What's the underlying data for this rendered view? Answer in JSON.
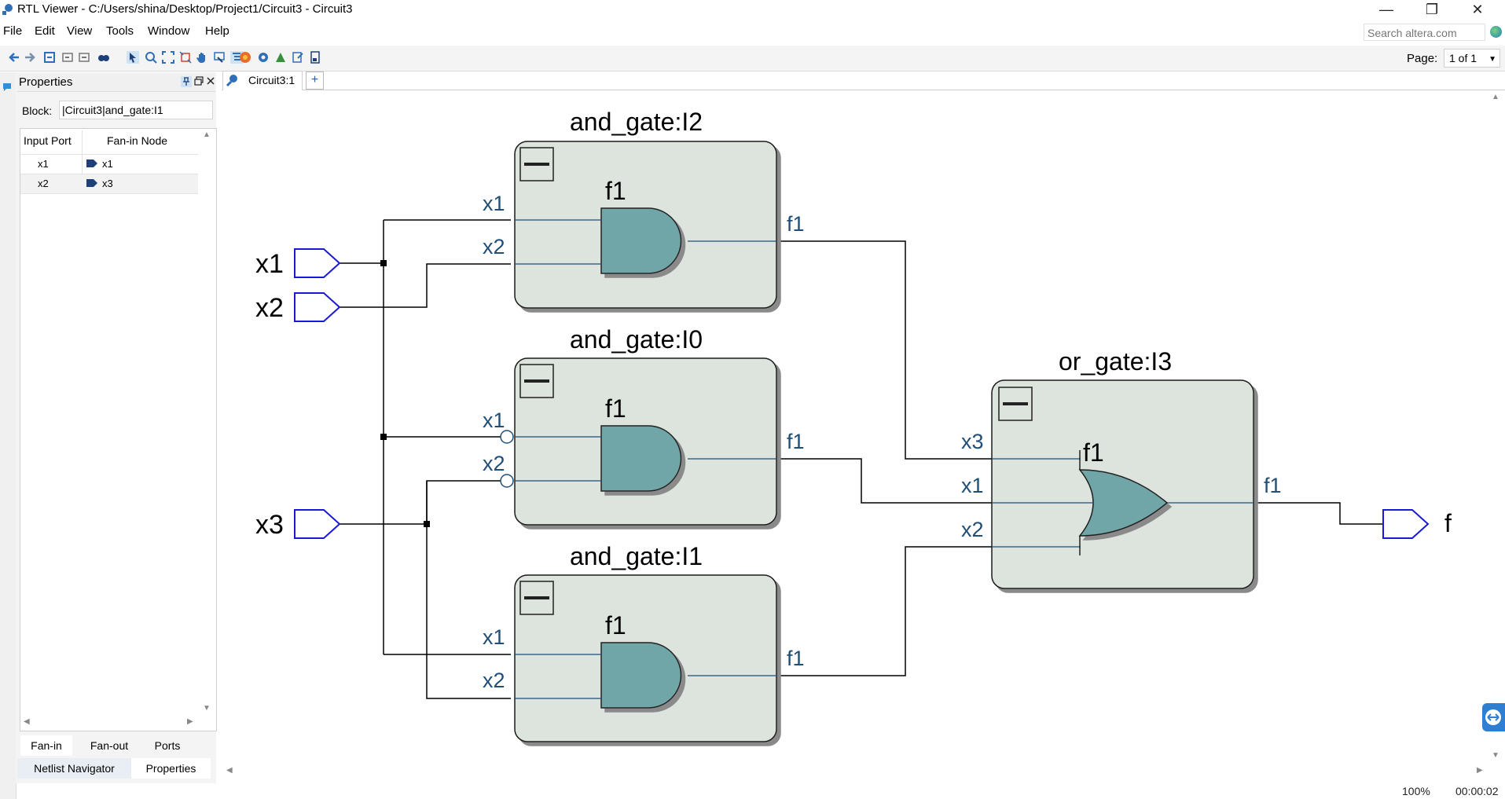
{
  "window": {
    "title": "RTL Viewer - C:/Users/shina/Desktop/Project1/Circuit3 - Circuit3",
    "minimize": "—",
    "restore": "❐",
    "close": "✕"
  },
  "menu": {
    "items": [
      "File",
      "Edit",
      "View",
      "Tools",
      "Window",
      "Help"
    ],
    "search_placeholder": "Search altera.com"
  },
  "toolbar": {
    "page_label": "Page:",
    "page_value": "1 of 1"
  },
  "properties": {
    "title": "Properties",
    "block_label": "Block:",
    "block_value": "|Circuit3|and_gate:I1",
    "columns": [
      "Input Port",
      "Fan-in Node"
    ],
    "rows": [
      {
        "port": "x1",
        "node": "x1"
      },
      {
        "port": "x2",
        "node": "x3"
      }
    ],
    "subtabs": [
      "Fan-in",
      "Fan-out",
      "Ports"
    ],
    "bottom_tabs": [
      "Netlist Navigator",
      "Properties"
    ]
  },
  "document": {
    "tab_label": "Circuit3:1",
    "add_tab": "+"
  },
  "schematic": {
    "inputs": [
      "x1",
      "x2",
      "x3"
    ],
    "output": "f",
    "blocks": [
      {
        "name": "and_gate:I2",
        "ports": [
          "x1",
          "x2"
        ],
        "gate": "f1",
        "out": "f1"
      },
      {
        "name": "and_gate:I0",
        "ports": [
          "x1",
          "x2"
        ],
        "gate": "f1",
        "out": "f1"
      },
      {
        "name": "and_gate:I1",
        "ports": [
          "x1",
          "x2"
        ],
        "gate": "f1",
        "out": "f1"
      },
      {
        "name": "or_gate:I3",
        "ports": [
          "x3",
          "x1",
          "x2"
        ],
        "gate": "f1",
        "out": "f1"
      }
    ],
    "colors": {
      "block_fill": "#dde4dd",
      "gate_fill": "#6fa6a8",
      "port_stroke": "#1a1ad6",
      "label_blue": "#1f4e79"
    }
  },
  "status": {
    "zoom": "100%",
    "time": "00:00:02"
  }
}
